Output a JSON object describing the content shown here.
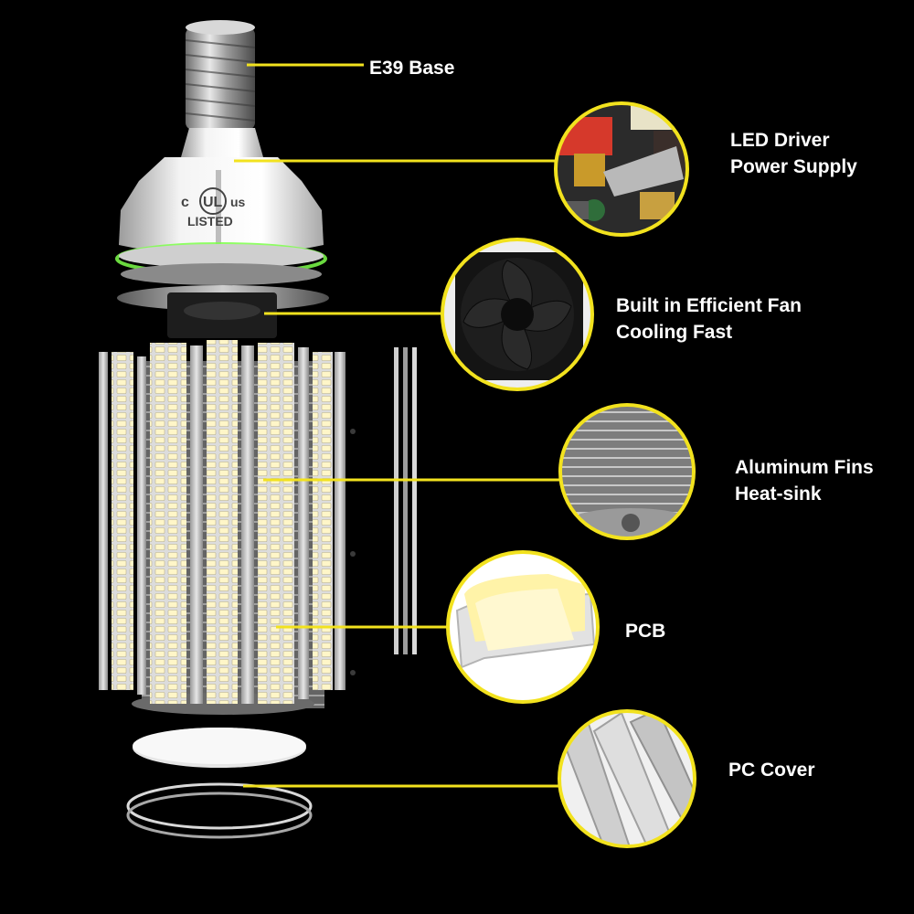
{
  "callouts": {
    "base": {
      "lines": [
        "E39 Base"
      ]
    },
    "driver": {
      "lines": [
        "LED Driver",
        "Power Supply"
      ]
    },
    "fan": {
      "lines": [
        "Built in Efficient Fan",
        "Cooling Fast"
      ]
    },
    "fins": {
      "lines": [
        "Aluminum Fins",
        "Heat-sink"
      ]
    },
    "pcb": {
      "lines": [
        "PCB"
      ]
    },
    "cover": {
      "lines": [
        "PC Cover"
      ]
    }
  },
  "certification": {
    "left": "c",
    "mark": "UL",
    "right": "us",
    "status": "LISTED"
  },
  "colors": {
    "background": "#000000",
    "leader_line": "#f2e21e",
    "callout_ring": "#f2e21e",
    "label_text": "#ffffff"
  }
}
